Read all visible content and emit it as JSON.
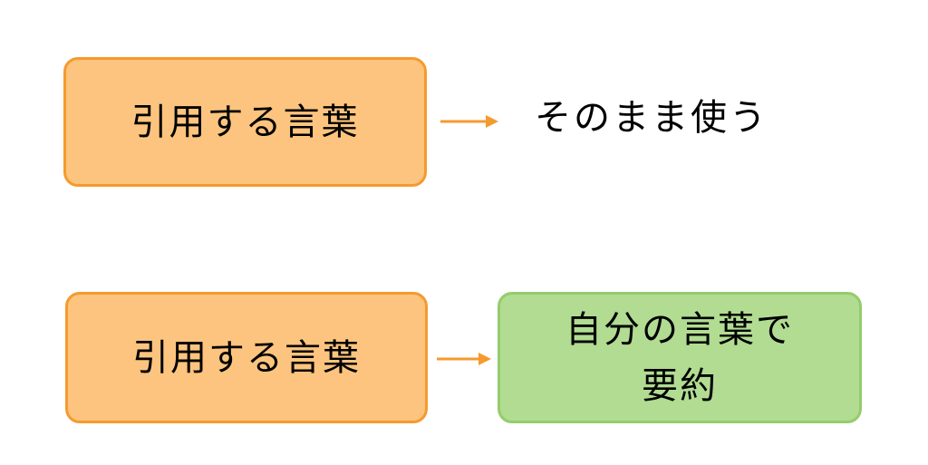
{
  "diagram": {
    "row1": {
      "source_label": "引用する言葉",
      "result_label": "そのまま使う"
    },
    "row2": {
      "source_label": "引用する言葉",
      "result_label": "自分の言葉で\n要約"
    },
    "colors": {
      "orange_fill": "#fcc47e",
      "orange_border": "#f59a2e",
      "green_fill": "#b1dc92",
      "green_border": "#94cc6c",
      "arrow": "#f59a2e"
    },
    "icons": {
      "arrow": "right-arrow-icon"
    }
  }
}
